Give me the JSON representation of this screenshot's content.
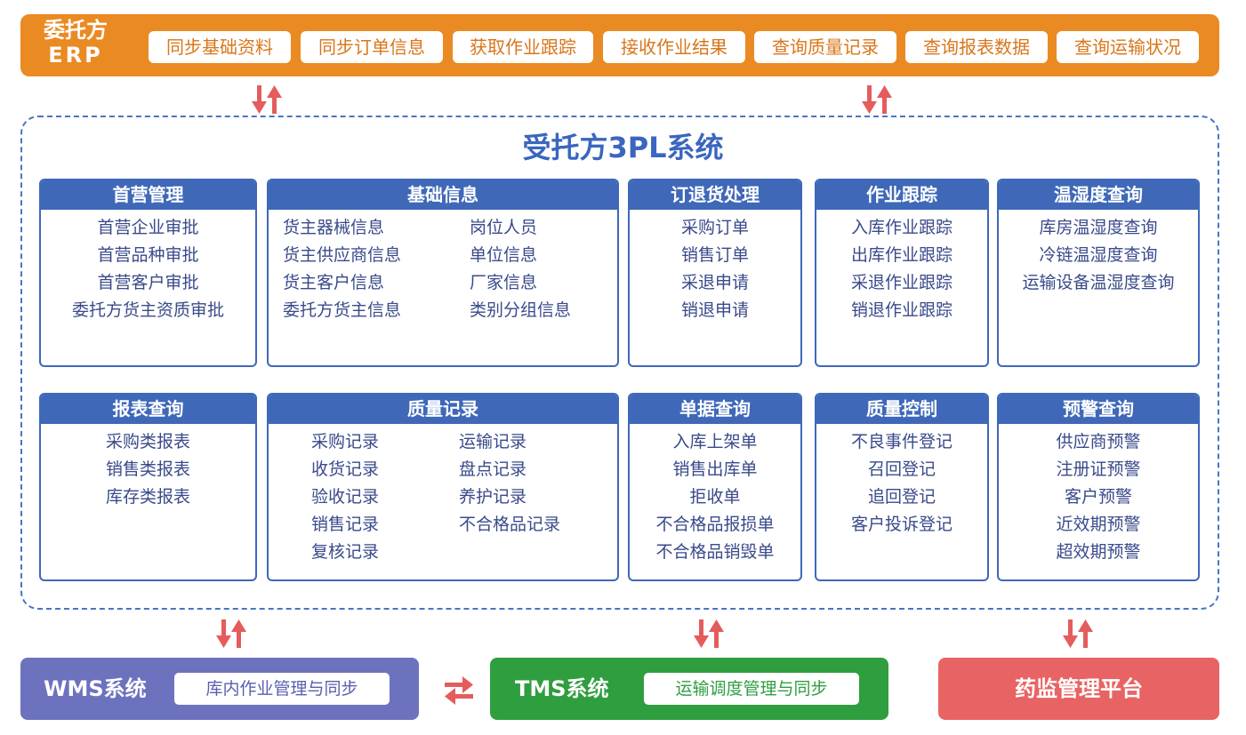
{
  "erp": {
    "title_line1": "委托方",
    "title_line2": "ERP",
    "buttons": [
      "同步基础资料",
      "同步订单信息",
      "获取作业跟踪",
      "接收作业结果",
      "查询质量记录",
      "查询报表数据",
      "查询运输状况"
    ]
  },
  "system": {
    "title": "受托方3PL系统",
    "modules_row1": [
      {
        "title": "首营管理",
        "items": [
          "首营企业审批",
          "首营品种审批",
          "首营客户审批",
          "委托方货主资质审批"
        ]
      },
      {
        "title": "基础信息",
        "left": [
          "货主器械信息",
          "货主供应商信息",
          "货主客户信息",
          "委托方货主信息"
        ],
        "right": [
          "岗位人员",
          "单位信息",
          "厂家信息",
          "类别分组信息"
        ]
      },
      {
        "title": "订退货处理",
        "items": [
          "采购订单",
          "销售订单",
          "采退申请",
          "销退申请"
        ]
      },
      {
        "title": "作业跟踪",
        "items": [
          "入库作业跟踪",
          "出库作业跟踪",
          "采退作业跟踪",
          "销退作业跟踪"
        ]
      },
      {
        "title": "温湿度查询",
        "items": [
          "库房温湿度查询",
          "冷链温湿度查询",
          "运输设备温湿度查询"
        ]
      }
    ],
    "modules_row2": [
      {
        "title": "报表查询",
        "items": [
          "采购类报表",
          "销售类报表",
          "库存类报表"
        ]
      },
      {
        "title": "质量记录",
        "left": [
          "采购记录",
          "收货记录",
          "验收记录",
          "销售记录",
          "复核记录"
        ],
        "right": [
          "运输记录",
          "盘点记录",
          "养护记录",
          "不合格品记录"
        ]
      },
      {
        "title": "单据查询",
        "items": [
          "入库上架单",
          "销售出库单",
          "拒收单",
          "不合格品报损单",
          "不合格品销毁单"
        ]
      },
      {
        "title": "质量控制",
        "items": [
          "不良事件登记",
          "召回登记",
          "追回登记",
          "客户投诉登记"
        ]
      },
      {
        "title": "预警查询",
        "items": [
          "供应商预警",
          "注册证预警",
          "客户预警",
          "近效期预警",
          "超效期预警"
        ]
      }
    ]
  },
  "bottom": {
    "wms": {
      "name": "WMS系统",
      "desc": "库内作业管理与同步"
    },
    "tms": {
      "name": "TMS系统",
      "desc": "运输调度管理与同步"
    },
    "regulator": {
      "name": "药监管理平台"
    }
  },
  "colors": {
    "erp_orange": "#ea8a22",
    "module_blue": "#3f68b8",
    "arrow_red": "#e45c5c",
    "wms_purple": "#6d72be",
    "tms_green": "#2f9e3f",
    "regulator_red": "#e86464"
  }
}
